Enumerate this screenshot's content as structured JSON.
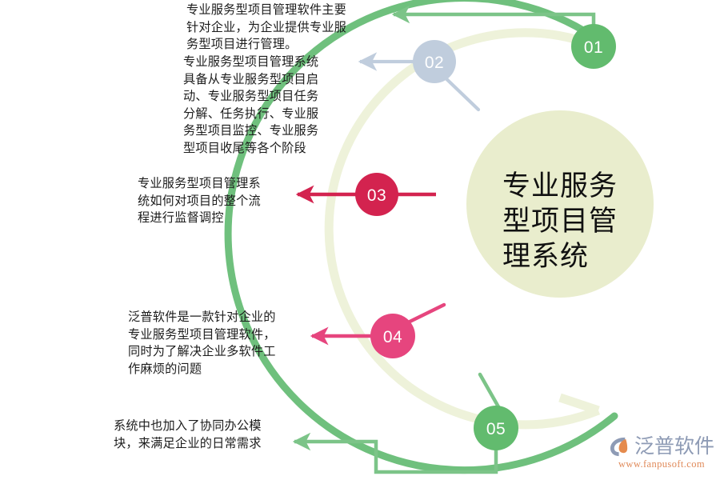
{
  "diagram": {
    "type": "circular-process-infographic",
    "center": {
      "title_lines": [
        "专业服务",
        "型项目管",
        "理系统"
      ],
      "title_full": "专业服务型项目管理系统",
      "fill_color": "#e9edcd"
    },
    "colors": {
      "outer_arc_green": "#6fc07d",
      "inner_arc_pale": "#eef2da",
      "badge_green": "#62bb6e",
      "badge_blue_gray": "#c0cddd",
      "badge_crimson": "#d3234f",
      "badge_pink": "#e6457e",
      "text_dark": "#1c1c1c",
      "background": "#ffffff"
    },
    "steps": [
      {
        "number": "01",
        "badge_color": "#62bb6e",
        "connector_color": "#7cc488",
        "connector_style": "elbow-up-left-arrow",
        "text": "专业服务型项目管理软件主要针对企业，为企业提供专业服务型项目进行管理。"
      },
      {
        "number": "02",
        "badge_color": "#c0cddd",
        "connector_color": "#c0cddd",
        "connector_style": "straight-left-arrow",
        "text": "专业服务型项目管理系统具备从专业服务型项目启动、专业服务型项目任务分解、任务执行、专业服务型项目监控、专业服务型项目收尾等各个阶段"
      },
      {
        "number": "03",
        "badge_color": "#d3234f",
        "connector_color": "#d3234f",
        "connector_style": "straight-left-arrow",
        "text": "专业服务型项目管理系统如何对项目的整个流程进行监督调控"
      },
      {
        "number": "04",
        "badge_color": "#e6457e",
        "connector_color": "#e6457e",
        "connector_style": "straight-left-arrow",
        "text": "泛普软件是一款针对企业的专业服务型项目管理软件，同时为了解决企业多软件工作麻烦的问题"
      },
      {
        "number": "05",
        "badge_color": "#62bb6e",
        "connector_color": "#7cc488",
        "connector_style": "zigzag-left-arrow",
        "text": "系统中也加入了协同办公模块，来满足企业的日常需求"
      }
    ]
  },
  "callouts": {
    "c01": "专业服务型项目管理软件主要\n针对企业，为企业提供专业服\n务型项目进行管理。",
    "c02": "专业服务型项目管理系统\n具备从专业服务型项目启\n动、专业服务型项目任务\n分解、任务执行、专业服\n务型项目监控、专业服务\n型项目收尾等各个阶段",
    "c03": "专业服务型项目管理系\n统如何对项目的整个流\n程进行监督调控",
    "c04": "泛普软件是一款针对企业的\n专业服务型项目管理软件，\n同时为了解决企业多软件工\n作麻烦的问题",
    "c05": "系统中也加入了协同办公模\n块，来满足企业的日常需求"
  },
  "center_lines": {
    "l1": "专业服务",
    "l2": "型项目管",
    "l3": "理系统"
  },
  "badges": {
    "n1": "01",
    "n2": "02",
    "n3": "03",
    "n4": "04",
    "n5": "05"
  },
  "logo": {
    "name": "泛普软件",
    "url": "www.fanpusoft.com",
    "mark_color": "#8e9bb5",
    "accent_color": "#e58b4e",
    "url_color": "#e08a5a"
  }
}
